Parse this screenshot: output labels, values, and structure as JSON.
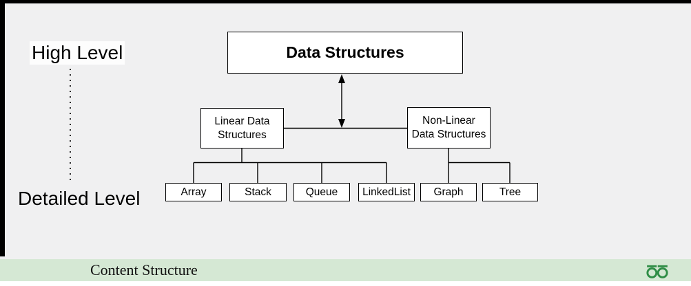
{
  "colors": {
    "background": "#f0f0f1",
    "canvas_edge": "#000000",
    "node_border": "#000000",
    "node_fill": "#ffffff",
    "connector": "#000000",
    "footer_band": "#d5e8d4",
    "logo_green": "#2f8d46"
  },
  "side_labels": {
    "high": "High Level",
    "detailed": "Detailed Level"
  },
  "diagram": {
    "root_label": "Data Structures",
    "branches": [
      {
        "id": "linear",
        "lines": [
          "Linear Data",
          "Structures"
        ]
      },
      {
        "id": "non-linear",
        "lines": [
          "Non-Linear",
          "Data Structures"
        ]
      }
    ],
    "leaves": [
      {
        "label": "Array"
      },
      {
        "label": "Stack"
      },
      {
        "label": "Queue"
      },
      {
        "label": "LinkedList"
      },
      {
        "label": "Graph"
      },
      {
        "label": "Tree"
      }
    ]
  },
  "footer": {
    "title": "Content Structure",
    "logo": "geeksforgeeks-monogram"
  }
}
